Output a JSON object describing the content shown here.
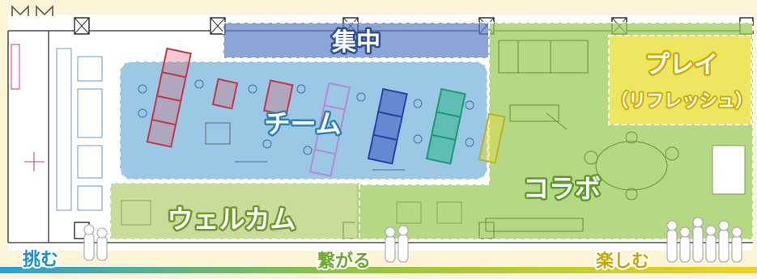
{
  "zones": {
    "shuchu": "集中",
    "team": "チーム",
    "play": "プレイ",
    "refresh": "（リフレッシュ）",
    "collab": "コラボ",
    "welcome": "ウェルカム"
  },
  "bottom_labels": {
    "left": "挑む",
    "center": "繋がる",
    "right": "楽しむ"
  },
  "colors": {
    "background": "#fdf3d6",
    "shuchu_fill": "#5b7fc4",
    "team_fill": "#7fb8dc",
    "collab_fill": "#9ccc5a",
    "welcome_fill": "#b7d07a",
    "play_fill": "#f6e85a",
    "left_label": "#1d8fcc",
    "center_label": "#6da82e",
    "right_label": "#c9a400",
    "bar_start": "#2aa0d8",
    "bar_end": "#f2d21e"
  }
}
